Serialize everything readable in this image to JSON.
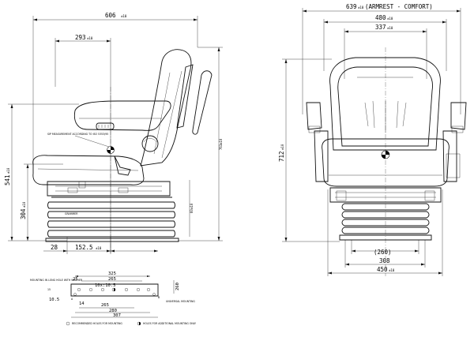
{
  "side_view": {
    "overall_length": {
      "value": "606",
      "tol": "±10"
    },
    "seat_ref_length": {
      "value": "293",
      "tol": "±10"
    },
    "height_to_cushion": {
      "value": "541",
      "tol": "±10"
    },
    "height_base": {
      "value": "304",
      "tol": "±10"
    },
    "front_offset": {
      "value": "28"
    },
    "mount_distance": {
      "value": "152.5",
      "tol": "±10"
    },
    "total_height": {
      "value": "763",
      "tol": "±10"
    },
    "suspension_travel": {
      "value": "60",
      "tol": "±10"
    },
    "annotation": "SIP MEASUREMENT ACCORDING TO ISO 5353/95"
  },
  "front_view": {
    "armrest_width": {
      "value": "639",
      "tol": "±10",
      "note": "(ARMREST - COMFORT)"
    },
    "backrest_width": {
      "value": "480",
      "tol": "±10"
    },
    "cushion_width": {
      "value": "337",
      "tol": "±10"
    },
    "seat_height": {
      "value": "712",
      "tol": "±10"
    },
    "base_width_ref": {
      "value": "(260)"
    },
    "base_width": {
      "value": "308"
    },
    "overall_base_width": {
      "value": "450",
      "tol": "±10"
    }
  },
  "base_plate": {
    "dims": [
      "325",
      "265",
      "25",
      "10x:10.5",
      "260",
      "10.5",
      "14",
      "265",
      "280",
      "307",
      "15"
    ],
    "labels": {
      "left_note": "MOUNTING IN LONG HOLE WITH WASHER",
      "right_note": "UNIVERSAL MOUNTING",
      "legend1": "RECOMMENDED HOLES FOR MOUNTING",
      "legend2": "HOLES FOR ADDITIONAL MOUNTING ONLY",
      "hole_a": "A",
      "hole_b": "B"
    }
  }
}
